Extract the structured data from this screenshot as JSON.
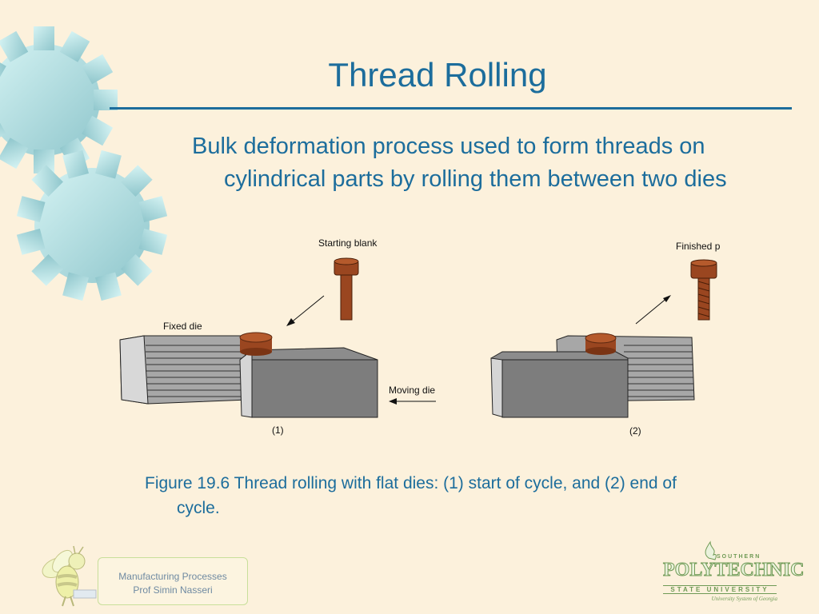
{
  "slide": {
    "title": "Thread Rolling",
    "bullet": "Bulk deformation process used to form threads on cylindrical parts by rolling them between two dies",
    "caption": "Figure 19.6  Thread rolling with flat dies: (1) start of cycle, and (2) end of cycle."
  },
  "figure": {
    "label_starting_blank": "Starting blank",
    "label_finished_part": "Finished part",
    "label_fixed_die": "Fixed die",
    "label_moving_die": "Moving die",
    "label_step1": "(1)",
    "label_step2": "(2)"
  },
  "footer": {
    "course": "Manufacturing Processes",
    "instructor": "Prof Simin Nasseri"
  },
  "logo": {
    "top": "SOUTHERN",
    "name": "POLYTECHNIC",
    "state": "STATE UNIVERSITY",
    "tagline": "University System of Georgia"
  },
  "colors": {
    "background": "#fcf1dc",
    "accent": "#1c6d9c",
    "gear": "#a9dcde",
    "copper": "#9a4620",
    "die": "#8a8a8a"
  },
  "icons": [
    "gear-icon",
    "bee-mascot-icon",
    "flame-logo-icon"
  ]
}
